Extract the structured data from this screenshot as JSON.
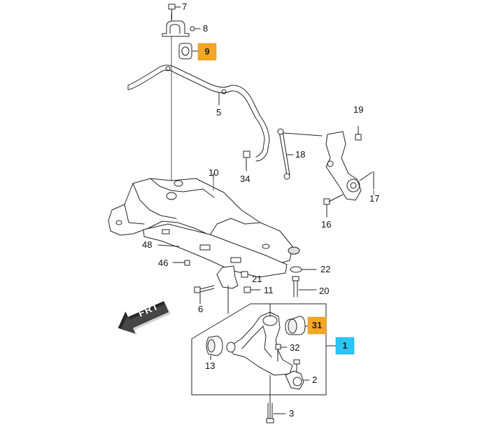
{
  "diagram": {
    "direction_arrow_label": "FRT",
    "highlight_colors": {
      "orange": "#f5a623",
      "cyan": "#29c5f6"
    },
    "callouts": [
      {
        "id": "7",
        "label": "7"
      },
      {
        "id": "8",
        "label": "8"
      },
      {
        "id": "9",
        "label": "9",
        "highlight": "orange"
      },
      {
        "id": "5",
        "label": "5"
      },
      {
        "id": "19",
        "label": "19"
      },
      {
        "id": "18",
        "label": "18"
      },
      {
        "id": "34",
        "label": "34"
      },
      {
        "id": "10",
        "label": "10"
      },
      {
        "id": "17",
        "label": "17"
      },
      {
        "id": "16",
        "label": "16"
      },
      {
        "id": "48",
        "label": "48"
      },
      {
        "id": "46",
        "label": "46"
      },
      {
        "id": "22",
        "label": "22"
      },
      {
        "id": "21",
        "label": "21"
      },
      {
        "id": "11",
        "label": "11"
      },
      {
        "id": "20",
        "label": "20"
      },
      {
        "id": "6",
        "label": "6"
      },
      {
        "id": "31",
        "label": "31",
        "highlight": "orange"
      },
      {
        "id": "1",
        "label": "1",
        "highlight": "cyan"
      },
      {
        "id": "32",
        "label": "32"
      },
      {
        "id": "13",
        "label": "13"
      },
      {
        "id": "2",
        "label": "2"
      },
      {
        "id": "3",
        "label": "3"
      }
    ]
  }
}
